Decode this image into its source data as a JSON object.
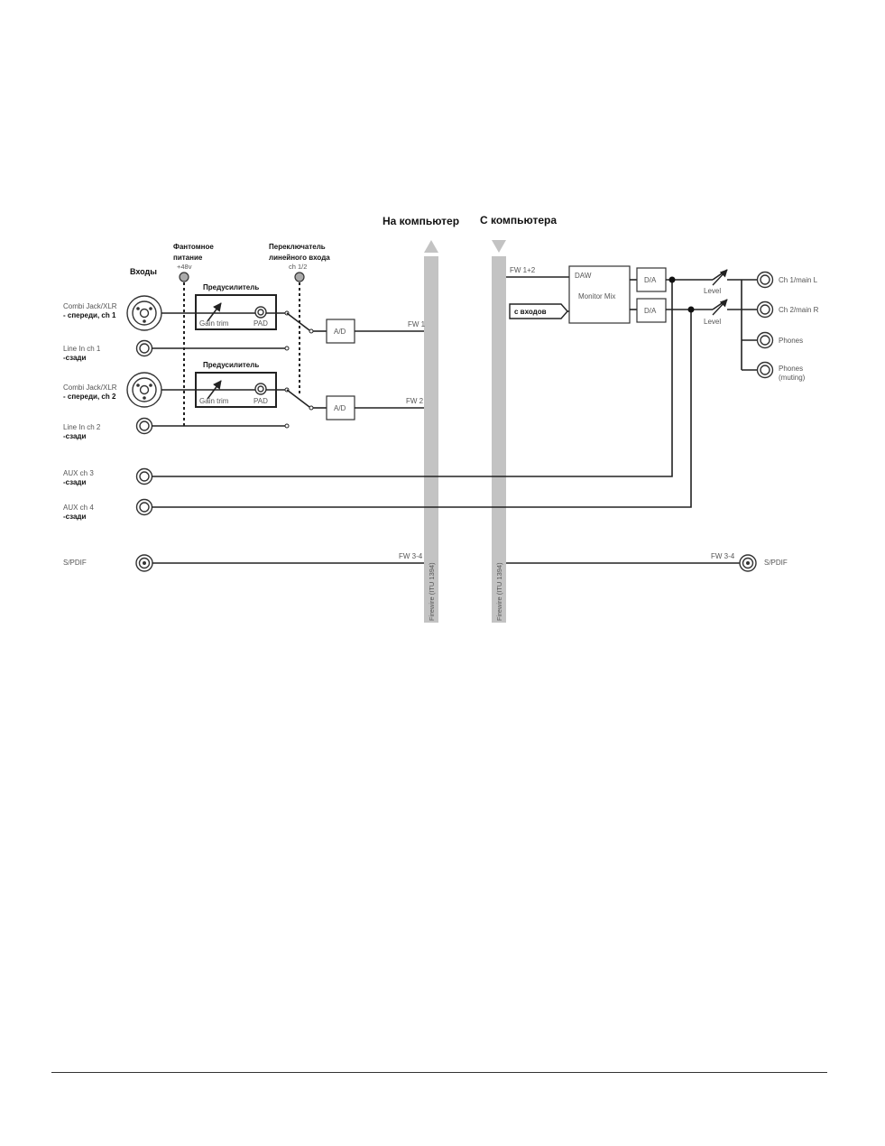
{
  "headers": {
    "to_computer": "На компьютер",
    "from_computer": "С компьютера"
  },
  "phantom": {
    "title_line1": "Фантомное",
    "title_line2": "питание",
    "voltage": "+48v"
  },
  "line_switch": {
    "title_line1": "Переключатель",
    "title_line2": "линейного входа",
    "channels": "ch 1/2"
  },
  "inputs_title": "Входы",
  "inputs": [
    {
      "name": "Combi Jack/XLR",
      "location": "- спереди, ch 1"
    },
    {
      "name": "Line In ch 1",
      "location": "-сзади"
    },
    {
      "name": "Combi Jack/XLR",
      "location": "- спереди, ch 2"
    },
    {
      "name": "Line In ch 2",
      "location": "-сзади"
    },
    {
      "name": "AUX ch 3",
      "location": "-сзади"
    },
    {
      "name": "AUX ch 4",
      "location": "-сзади"
    },
    {
      "name": "S/PDIF",
      "location": ""
    }
  ],
  "preamp": {
    "title": "Предусилитель",
    "gain_label": "Gain trim",
    "pad_label": "PAD"
  },
  "ad_label": "A/D",
  "da_label": "D/A",
  "fw_labels": {
    "fw1": "FW 1",
    "fw2": "FW 2",
    "fw34_in": "FW 3-4",
    "fw12_out": "FW 1+2",
    "fw34_out": "FW 3-4"
  },
  "bus_labels": {
    "to": "Firewire (ITU 1394)",
    "from": "Firewire (ITU 1394)"
  },
  "from_inputs_label": "с входов",
  "monitor": {
    "daw": "DAW",
    "mix": "Monitor Mix"
  },
  "level_label": "Level",
  "outputs": [
    {
      "name": "Ch 1/main L",
      "sub": ""
    },
    {
      "name": "Ch 2/main R",
      "sub": ""
    },
    {
      "name": "Phones",
      "sub": ""
    },
    {
      "name": "Phones",
      "sub": "(muting)"
    },
    {
      "name": "S/PDIF",
      "sub": ""
    }
  ]
}
